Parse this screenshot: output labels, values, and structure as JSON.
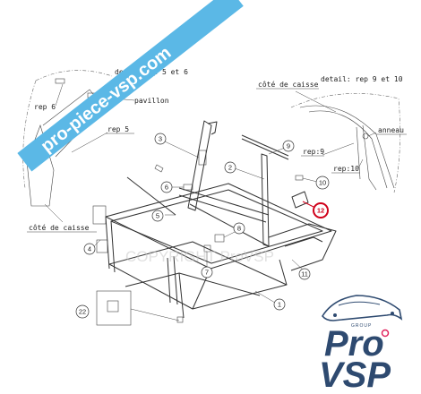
{
  "banner": {
    "text": "pro-piece-vsp.com",
    "color": "#5bb8e6"
  },
  "watermark": {
    "text": "COPYRIGHT ProVSP"
  },
  "labels": {
    "detail_left": "detail rep 5 et 6",
    "pavillon": "pavillon",
    "rep6": "rep 6",
    "rep5": "rep 5",
    "cote_caisse_left": "côté de caisse",
    "cote_caisse_right": "côté de caisse",
    "detail_right": "detail: rep 9 et 10",
    "anneau": "anneau",
    "rep9": "rep:9",
    "rep10": "rep:10"
  },
  "callouts": {
    "c1": "1",
    "c2": "2",
    "c3": "3",
    "c4": "4",
    "c5": "5",
    "c6": "6",
    "c7": "7",
    "c8": "8",
    "c9": "9",
    "c10": "10",
    "c11": "11",
    "c12": "12",
    "c22": "22"
  },
  "highlight_color": "#d0021b",
  "logo": {
    "group": "GROUP",
    "pro": "Pro",
    "vsp": "VSP",
    "color": "#2e4a70",
    "accent": "#e0245e"
  }
}
